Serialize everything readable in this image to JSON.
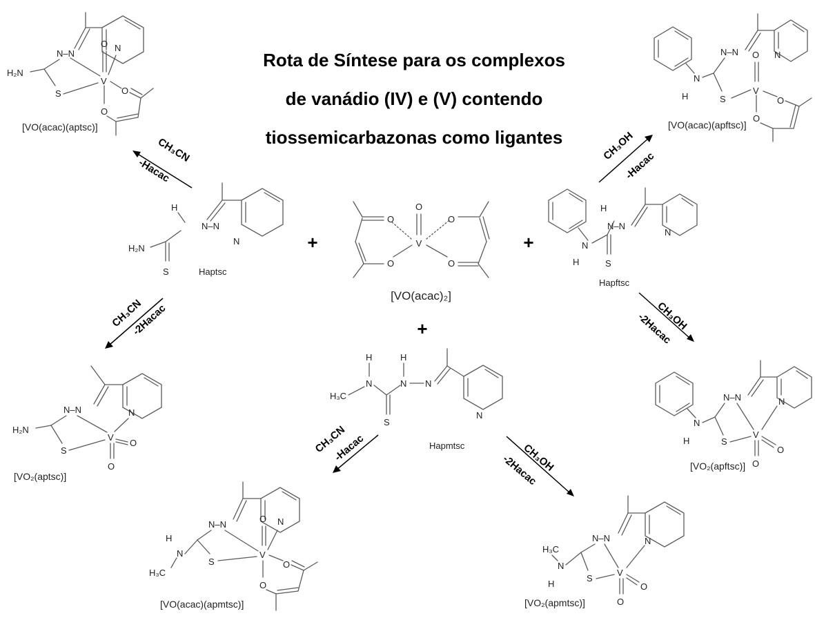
{
  "title": {
    "line1": "Rota de Síntese para os complexos",
    "line2": "de vanádio (IV) e (V) contendo",
    "line3": "tiossemicarbazonas como ligantes"
  },
  "reactants": {
    "haptsc": "Haptsc",
    "vo_acac2": "[VO(acac)₂]",
    "hapftsc": "Hapftsc",
    "hapmtsc": "Hapmtsc"
  },
  "products": {
    "vo_acac_aptsc": "[VO(acac)(aptsc)]",
    "vo_acac_apftsc": "[VO(acac)(apftsc)]",
    "vo2_aptsc": "[VO₂(aptsc)]",
    "vo2_apftsc": "[VO₂(apftsc)]",
    "vo_acac_apmtsc": "[VO(acac)(apmtsc)]",
    "vo2_apmtsc": "[VO₂(apmtsc)]"
  },
  "conditions": {
    "ch3cn": "CH₃CN",
    "ch3oh": "CH₃OH",
    "hacac": "-Hacac",
    "two_hacac": "-2Hacac"
  },
  "atoms": {
    "h2n": "H₂N",
    "h3c": "H₃C",
    "n": "N",
    "h": "H",
    "s": "S",
    "o": "O",
    "v": "V",
    "nn": "N–N"
  },
  "plus": "+"
}
